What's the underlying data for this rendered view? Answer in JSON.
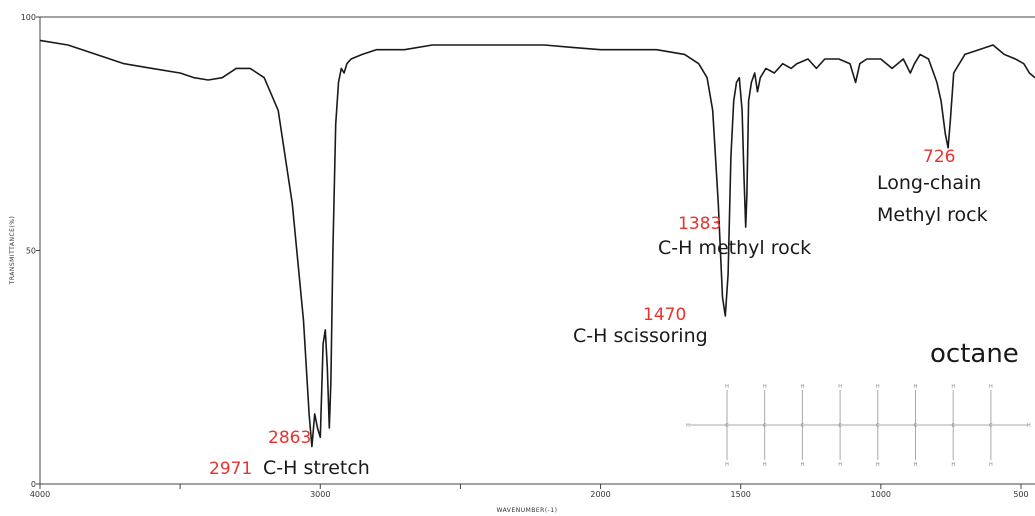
{
  "chart_data": {
    "type": "line",
    "title": "",
    "xlabel": "WAVENUMBER(-1)",
    "ylabel": "TRANSMITTANCE(%)",
    "xlim": [
      4000,
      450
    ],
    "ylim": [
      0,
      100
    ],
    "x_ticks": [
      4000,
      3500,
      3000,
      2500,
      2000,
      1500,
      1000,
      500
    ],
    "x_tick_labels": [
      "4000",
      "",
      "3000",
      "",
      "2000",
      "1500",
      "1000",
      "500"
    ],
    "y_ticks": [
      0,
      50,
      100
    ],
    "y_tick_labels": [
      "0",
      "50",
      "100"
    ],
    "grid": false,
    "series": [
      {
        "name": "",
        "points": [
          [
            4000,
            95
          ],
          [
            3900,
            94
          ],
          [
            3800,
            92
          ],
          [
            3700,
            90
          ],
          [
            3600,
            89
          ],
          [
            3500,
            88
          ],
          [
            3450,
            87
          ],
          [
            3400,
            86.5
          ],
          [
            3350,
            87
          ],
          [
            3300,
            89
          ],
          [
            3250,
            89
          ],
          [
            3200,
            87
          ],
          [
            3150,
            80
          ],
          [
            3100,
            60
          ],
          [
            3060,
            35
          ],
          [
            3040,
            15
          ],
          [
            3030,
            8
          ],
          [
            3020,
            15
          ],
          [
            3010,
            12
          ],
          [
            3000,
            10
          ],
          [
            2990,
            30
          ],
          [
            2982,
            33
          ],
          [
            2975,
            25
          ],
          [
            2968,
            12
          ],
          [
            2962,
            22
          ],
          [
            2955,
            50
          ],
          [
            2945,
            77
          ],
          [
            2935,
            86
          ],
          [
            2925,
            89
          ],
          [
            2915,
            88
          ],
          [
            2905,
            90
          ],
          [
            2890,
            91
          ],
          [
            2850,
            92
          ],
          [
            2800,
            93
          ],
          [
            2700,
            93
          ],
          [
            2600,
            94
          ],
          [
            2500,
            94
          ],
          [
            2400,
            94
          ],
          [
            2300,
            94
          ],
          [
            2200,
            94
          ],
          [
            2100,
            93.5
          ],
          [
            2000,
            93
          ],
          [
            1900,
            93
          ],
          [
            1800,
            93
          ],
          [
            1700,
            92
          ],
          [
            1650,
            90
          ],
          [
            1620,
            87
          ],
          [
            1600,
            80
          ],
          [
            1580,
            60
          ],
          [
            1565,
            40
          ],
          [
            1555,
            36
          ],
          [
            1545,
            45
          ],
          [
            1535,
            70
          ],
          [
            1525,
            82
          ],
          [
            1515,
            86
          ],
          [
            1505,
            87
          ],
          [
            1495,
            80
          ],
          [
            1488,
            65
          ],
          [
            1482,
            55
          ],
          [
            1478,
            62
          ],
          [
            1472,
            82
          ],
          [
            1462,
            86
          ],
          [
            1450,
            88
          ],
          [
            1440,
            84
          ],
          [
            1430,
            87
          ],
          [
            1410,
            89
          ],
          [
            1380,
            88
          ],
          [
            1350,
            90
          ],
          [
            1320,
            89
          ],
          [
            1300,
            90
          ],
          [
            1260,
            91
          ],
          [
            1230,
            89
          ],
          [
            1200,
            91
          ],
          [
            1150,
            91
          ],
          [
            1110,
            90
          ],
          [
            1090,
            86
          ],
          [
            1075,
            90
          ],
          [
            1050,
            91
          ],
          [
            1000,
            91
          ],
          [
            960,
            89
          ],
          [
            920,
            91
          ],
          [
            895,
            88
          ],
          [
            880,
            90
          ],
          [
            860,
            92
          ],
          [
            830,
            91
          ],
          [
            800,
            86
          ],
          [
            785,
            82
          ],
          [
            770,
            75
          ],
          [
            760,
            72
          ],
          [
            752,
            78
          ],
          [
            740,
            88
          ],
          [
            700,
            92
          ],
          [
            650,
            93
          ],
          [
            600,
            94
          ],
          [
            560,
            92
          ],
          [
            520,
            91
          ],
          [
            490,
            90
          ],
          [
            470,
            88
          ],
          [
            450,
            87
          ]
        ]
      }
    ],
    "annotations": [
      {
        "number": "2971",
        "label": "C-H stretch"
      },
      {
        "number": "2863",
        "label": ""
      },
      {
        "number": "1470",
        "label": "C-H scissoring"
      },
      {
        "number": "1383",
        "label": "C-H methyl rock"
      },
      {
        "number": "726",
        "label": "Long-chain"
      },
      {
        "number": "",
        "label": "Methyl rock"
      }
    ],
    "line_color": "#1a1a1a",
    "annotation_color": "#e8332e"
  },
  "molecule": {
    "name": "octane",
    "carbon_letter": "C",
    "hydrogen_letter": "H"
  }
}
